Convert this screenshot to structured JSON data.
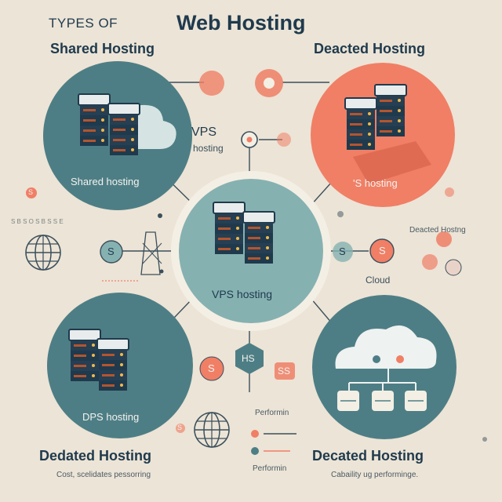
{
  "header": {
    "types_of": "TYPES OF",
    "title": "Web Hosting"
  },
  "corners": {
    "top_left": "Shared Hosting",
    "top_right": "Deacted Hosting",
    "bottom_left": "Dedated Hosting",
    "bottom_right": "Decated Hosting"
  },
  "circles": {
    "top_left": "Shared hosting",
    "top_right": "'S hosting",
    "center": "VPS hosting",
    "bottom_left": "DPS hosting"
  },
  "side_labels": {
    "vps_top": "VPS",
    "vps_sub": "hosting",
    "right_dedicated": "Deacted Hostng",
    "cloud": "Cloud",
    "perf_top": "Performin",
    "perf_bottom": "Performin",
    "left_faded": "S B S O  S B S S E"
  },
  "badges": {
    "left": "S",
    "right": "S",
    "right_alt": "S",
    "hex": "HS",
    "ss": "SS",
    "left_small": "S",
    "bottom_small": "S",
    "right_small": "S"
  },
  "footer": {
    "left": "Cost, scelidates pessorring",
    "right": "Cabaility ug performinge."
  },
  "colors": {
    "background": "#ece4d6",
    "teal": "#4e7e85",
    "coral": "#f07f66",
    "navy": "#1f3a4d",
    "light_teal": "#86b1b1"
  }
}
